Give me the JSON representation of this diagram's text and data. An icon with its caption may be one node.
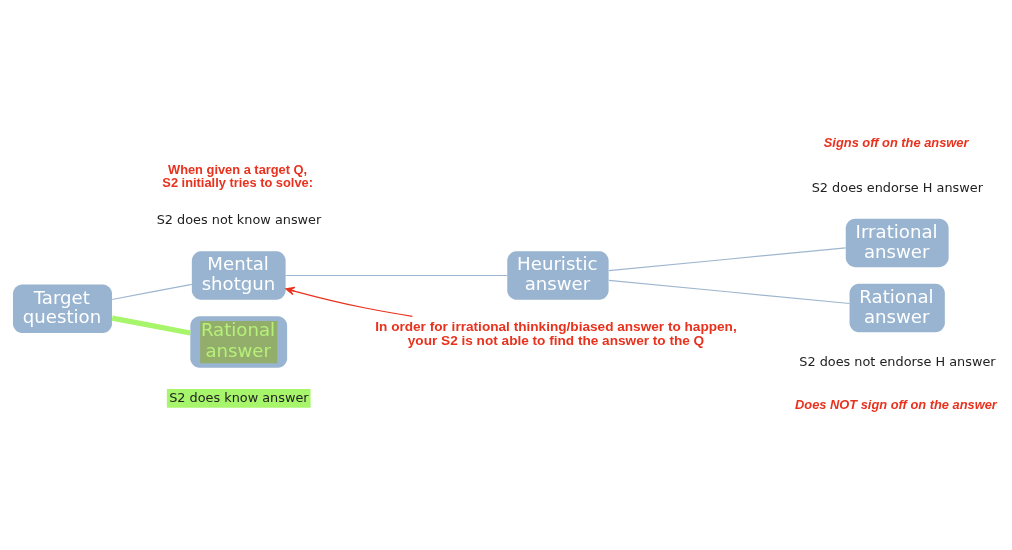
{
  "diagram": {
    "nodes": [
      {
        "text": [
          "Target question"
        ]
      },
      {
        "text": [
          "Mental shotgun"
        ]
      },
      {
        "text": [
          "Rational answer"
        ]
      },
      {
        "text": [
          "Heuristic answer"
        ]
      },
      {
        "text": [
          "Irrational answer"
        ]
      },
      {
        "text": [
          "Rational answer"
        ]
      },
      {
        "text": [
          "In order for irrational thinking/biased answer to happen, your S2 is not able to find the answer to the Q"
        ]
      }
    ],
    "edges": [
      {
        "from": 0,
        "to": 1,
        "arrow": "none"
      },
      {
        "from": 0,
        "to": 2,
        "arrow": "none",
        "style": "thick",
        "color": "#a6f56a"
      },
      {
        "from": 1,
        "to": 3,
        "arrow": "none"
      },
      {
        "from": 3,
        "to": 4,
        "arrow": "none"
      },
      {
        "from": 3,
        "to": 5,
        "arrow": "none"
      },
      {
        "from": 6,
        "to": 1,
        "arrow": "to",
        "color": "#e8321e"
      }
    ],
    "labels": [
      "When given a target Q, S2 initially tries to solve:",
      "S2 does not know answer",
      "Signs off on the answer",
      "S2 does endorse H answer",
      "S2 does know answer",
      "S2 does not endorse H answer",
      "Does NOT sign off on the answer"
    ]
  }
}
